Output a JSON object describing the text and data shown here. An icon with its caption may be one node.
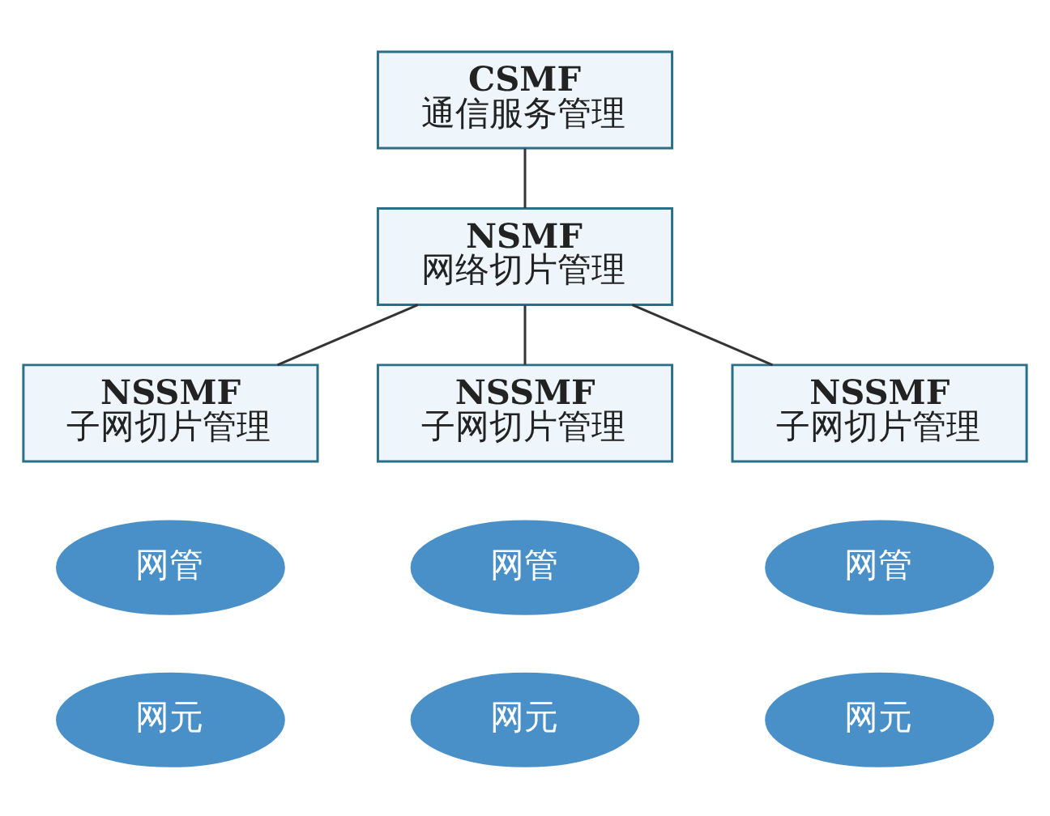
{
  "diagram": {
    "nodes": [
      {
        "text": [
          "CSMF",
          "通信服务管理"
        ]
      },
      {
        "text": [
          "NSMF",
          "网络切片管理"
        ]
      },
      {
        "text": [
          "NSSMF",
          "子网切片管理"
        ]
      },
      {
        "text": [
          "NSSMF",
          "子网切片管理"
        ]
      },
      {
        "text": [
          "NSSMF",
          "子网切片管理"
        ]
      },
      {
        "text": [
          "网管"
        ]
      },
      {
        "text": [
          "网管"
        ]
      },
      {
        "text": [
          "网管"
        ]
      },
      {
        "text": [
          "网元"
        ]
      },
      {
        "text": [
          "网元"
        ]
      },
      {
        "text": [
          "网元"
        ]
      }
    ],
    "edges": [
      {
        "from": 0,
        "to": 1,
        "arrow": "none"
      },
      {
        "from": 1,
        "to": 2,
        "arrow": "none"
      },
      {
        "from": 1,
        "to": 3,
        "arrow": "none"
      },
      {
        "from": 1,
        "to": 4,
        "arrow": "none"
      }
    ]
  }
}
